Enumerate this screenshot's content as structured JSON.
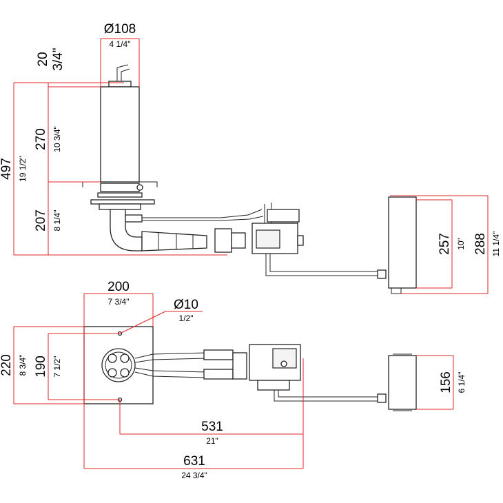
{
  "colors": {
    "dimension": "#e0232a",
    "outline": "#222222",
    "background": "#ffffff"
  },
  "dimensions": {
    "top_diameter": {
      "mm": "Ø108",
      "inch": "4 1/4\""
    },
    "top_offset": {
      "mm": "20",
      "inch": "3/4\""
    },
    "overall_height": {
      "mm": "497",
      "inch": "19 1/2\""
    },
    "body_height": {
      "mm": "270",
      "inch": "10 3/4\""
    },
    "lower_height": {
      "mm": "207",
      "inch": "8 1/4\""
    },
    "box_height": {
      "mm": "257",
      "inch": "10\""
    },
    "box_total_height": {
      "mm": "288",
      "inch": "11 1/4\""
    },
    "plate_width": {
      "mm": "200",
      "inch": "7 3/4\""
    },
    "hole_diameter": {
      "mm": "Ø10",
      "inch": "1/2\""
    },
    "plate_height": {
      "mm": "220",
      "inch": "8 3/4\""
    },
    "hole_spacing": {
      "mm": "190",
      "inch": "7 1/2\""
    },
    "box_depth": {
      "mm": "156",
      "inch": "6 1/4\""
    },
    "hole_to_valve": {
      "mm": "531",
      "inch": "21\""
    },
    "overall_length": {
      "mm": "631",
      "inch": "24 3/4\""
    }
  }
}
